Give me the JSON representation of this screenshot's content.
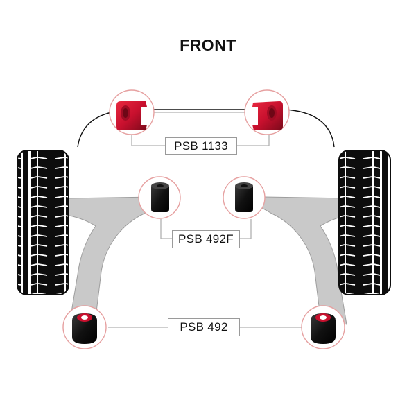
{
  "title": "FRONT",
  "parts": {
    "anti_roll_bar_bush": {
      "code": "PSB 1133",
      "color": "#c8102e"
    },
    "front_arm_bush": {
      "code": "PSB 492F",
      "color": "#1a1a1a"
    },
    "rear_arm_bush": {
      "code": "PSB 492",
      "color": "#1a1a1a",
      "insert_color": "#c8102e"
    }
  },
  "colors": {
    "arm": "#c9c9c9",
    "tyre": "#0d0d0d",
    "circle_outline": "#e6a0a0",
    "leader_line": "#b0b0b0"
  }
}
